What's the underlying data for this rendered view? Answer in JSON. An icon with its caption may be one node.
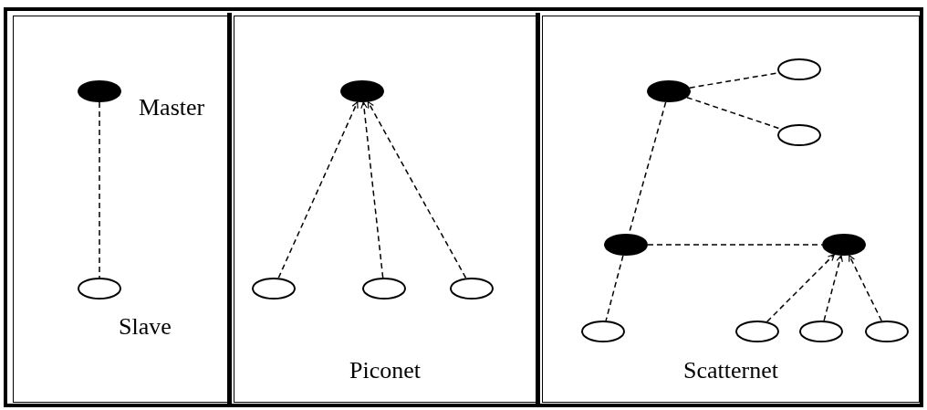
{
  "diagram": {
    "nodes": [
      {
        "text": [],
        "shape": "box"
      },
      {
        "text": [],
        "shape": "ellipse",
        "beside": [
          "Master"
        ],
        "in": 0
      },
      {
        "text": [],
        "shape": "ellipse",
        "beside": [
          "Slave"
        ],
        "in": 0
      },
      {
        "text": [
          "Piconet"
        ]
      },
      {
        "text": [],
        "shape": "ellipse",
        "in": 3
      },
      {
        "text": [],
        "shape": "ellipse",
        "in": 3
      },
      {
        "text": [],
        "shape": "ellipse",
        "in": 3
      },
      {
        "text": [],
        "shape": "ellipse",
        "in": 3
      },
      {
        "text": [
          "Scatternet"
        ]
      },
      {
        "text": [],
        "shape": "ellipse",
        "in": 8
      },
      {
        "text": [],
        "shape": "ellipse",
        "in": 8
      },
      {
        "text": [],
        "shape": "ellipse",
        "in": 8
      },
      {
        "text": [],
        "shape": "ellipse",
        "in": 8
      },
      {
        "text": [],
        "shape": "ellipse",
        "in": 8
      },
      {
        "text": [],
        "shape": "ellipse",
        "in": 8
      },
      {
        "text": [],
        "shape": "ellipse",
        "in": 8
      },
      {
        "text": [],
        "shape": "ellipse",
        "in": 8
      },
      {
        "text": [],
        "shape": "ellipse",
        "in": 8
      }
    ],
    "edges": [
      {
        "from": 1,
        "to": 2,
        "arrow": "none"
      },
      {
        "from": 5,
        "to": 4,
        "arrow": "to"
      },
      {
        "from": 6,
        "to": 4,
        "arrow": "to"
      },
      {
        "from": 7,
        "to": 4,
        "arrow": "to"
      },
      {
        "from": 9,
        "to": 10,
        "arrow": "none"
      },
      {
        "from": 9,
        "to": 11,
        "arrow": "none"
      },
      {
        "from": 9,
        "to": 12,
        "arrow": "none"
      },
      {
        "from": 12,
        "to": 13,
        "arrow": "none"
      },
      {
        "from": 12,
        "to": 14,
        "arrow": "none"
      },
      {
        "from": 15,
        "to": 13,
        "arrow": "to"
      },
      {
        "from": 16,
        "to": 13,
        "arrow": "to"
      },
      {
        "from": 17,
        "to": 13,
        "arrow": "to"
      }
    ]
  }
}
